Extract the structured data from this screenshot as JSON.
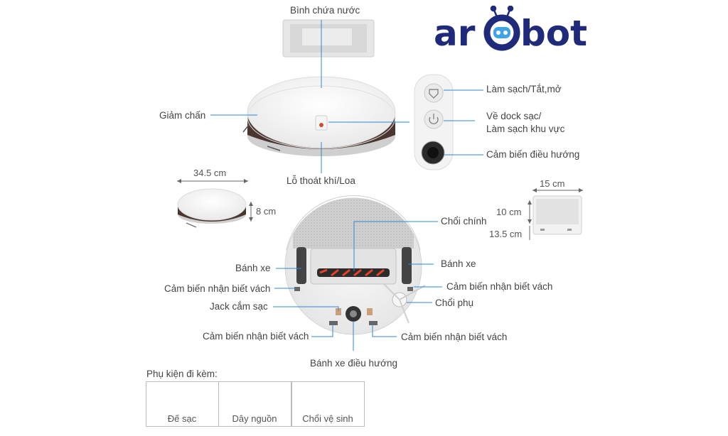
{
  "brand": {
    "logo_text": "arobot",
    "color": "#1f2a7a",
    "eye_color": "#3fa3e6"
  },
  "colors": {
    "leader": "#2f86d6",
    "dim_line": "#666666",
    "device_white": "#f2f2f2",
    "bumper": "#4a3530",
    "brush": "#e8402a"
  },
  "labels": {
    "water_tank": "Bình chứa nước",
    "bumper": "Giảm chấn",
    "exhaust": "Lỗ thoát khí/Loa",
    "clean_power": "Làm sạch/Tắt,mở",
    "dock_line1": "Về dock sạc/",
    "dock_line2": "Làm sạch khu vực",
    "nav_sensor": "Cảm biến điều hướng",
    "main_brush": "Chổi chính",
    "wheel_left": "Bánh xe",
    "wheel_right": "Bánh xe",
    "cliff_left": "Cảm biến nhận biết vách",
    "cliff_right": "Cảm biến nhận biết vách",
    "charge_jack": "Jack cắm sạc",
    "side_brush": "Chổi phụ",
    "cliff_bottom_left": "Cảm biến nhận biết vách",
    "cliff_bottom_right": "Cảm biến nhận biết vách",
    "steer_wheel": "Bánh xe điều hướng"
  },
  "dimensions": {
    "robot_width": "34.5 cm",
    "robot_height": "8 cm",
    "dock_width": "15 cm",
    "dock_height": "10 cm",
    "dock_depth": "13.5 cm"
  },
  "accessories": {
    "title": "Phụ kiện đi kèm:",
    "items": [
      {
        "name": "Đế sạc"
      },
      {
        "name": "Dây nguồn"
      },
      {
        "name": "Chổi vệ sinh"
      }
    ]
  }
}
